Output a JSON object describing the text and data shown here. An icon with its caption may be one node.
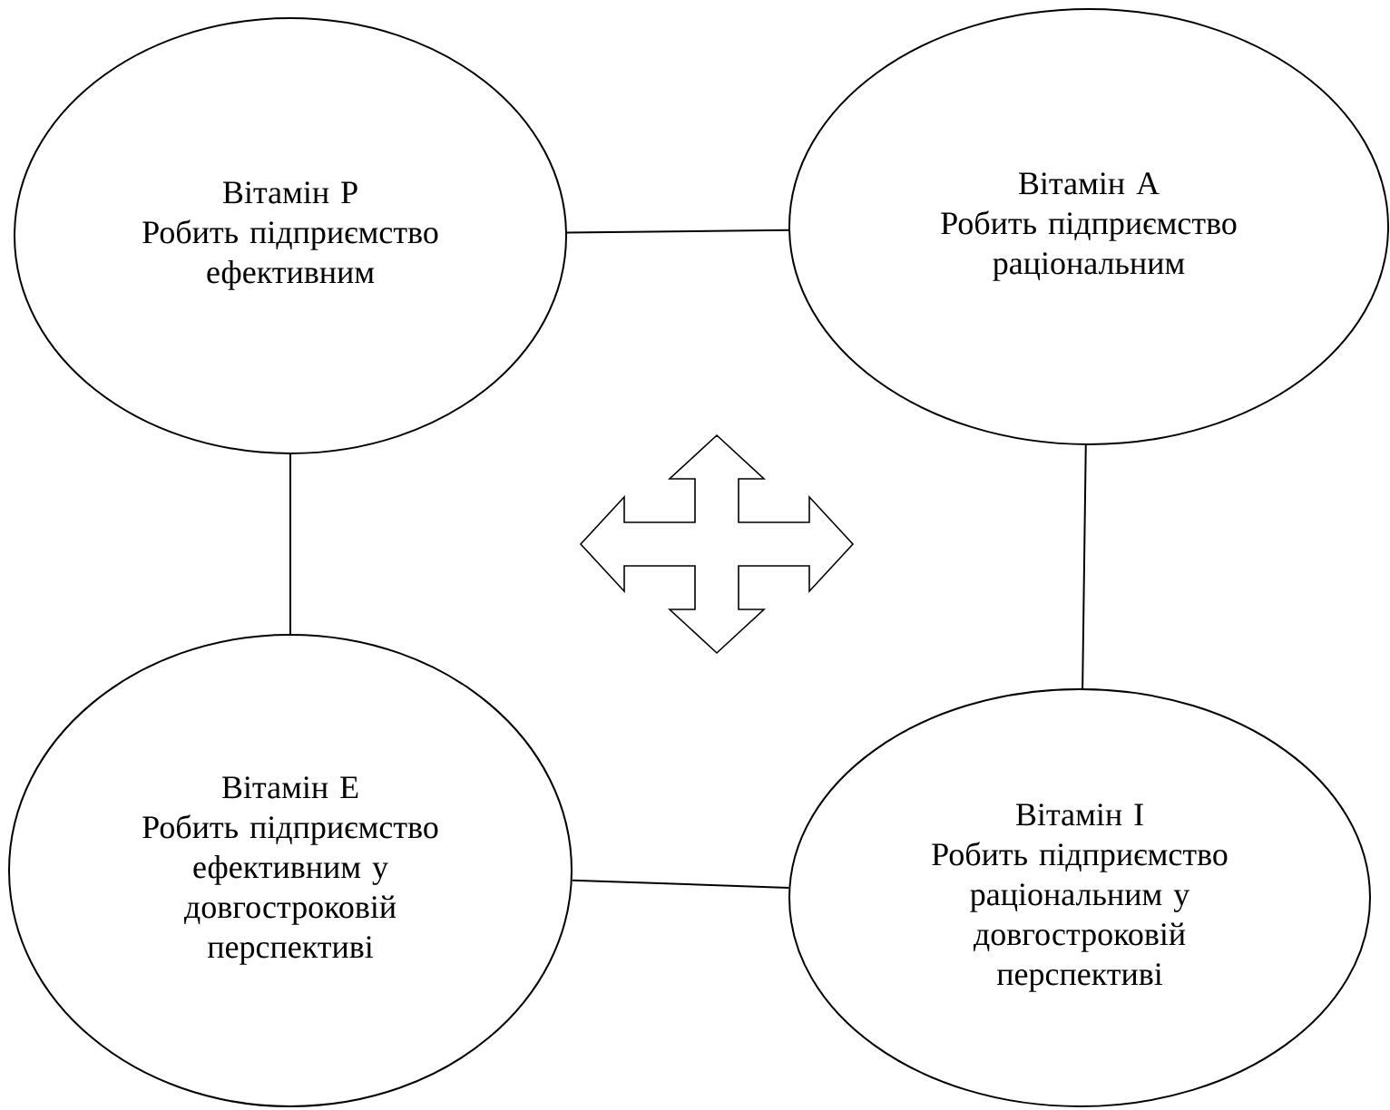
{
  "diagram": {
    "nodes": [
      {
        "text": [
          "Вітамін Р",
          "Робить підприємство ефективним"
        ]
      },
      {
        "text": [
          "Вітамін А",
          "Робить підприємство раціональним"
        ]
      },
      {
        "text": [
          "Вітамін Е",
          "Робить підприємство ефективним у довгостроковій перспективі"
        ]
      },
      {
        "text": [
          "Вітамін І",
          "Робить підприємство раціональним у довгостроковій перспективі"
        ]
      }
    ],
    "edges": [
      {
        "from": 0,
        "to": 1,
        "arrow": "none"
      },
      {
        "from": 0,
        "to": 2,
        "arrow": "none"
      },
      {
        "from": 1,
        "to": 3,
        "arrow": "none"
      },
      {
        "from": 2,
        "to": 3,
        "arrow": "none"
      }
    ]
  }
}
